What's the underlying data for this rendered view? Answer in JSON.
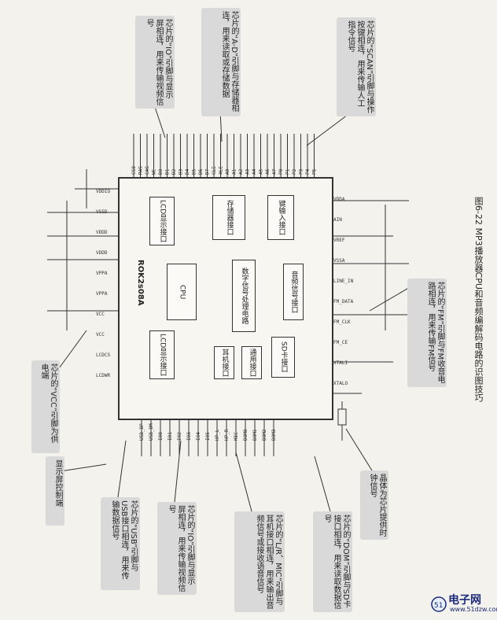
{
  "chip": {
    "name": "ROK2s08A"
  },
  "blocks": {
    "cpu": "CPU",
    "lcd1": "LCD显示接口",
    "mem": "存储器接口",
    "key": "键输入接口",
    "dsp": "数字信号处理电路",
    "audio": "音频信号接口",
    "lcd2": "LCD显示接口",
    "ear": "耳机接口",
    "usb": "通用接口",
    "sd": "SD卡接口"
  },
  "annotations": {
    "io_top": "芯片的“IO”引脚与显示屏相连，用来传输视频信号",
    "ad": "芯片的“A-D”引脚与存储器相连，用来读取或存储数据",
    "scan": "芯片的“SCAN”引脚与操作按键相连，用来传输人工指令信号",
    "vcc": "芯片的“VCC”引脚为供电端",
    "lcd_ctrl": "显示屏控制端",
    "usb": "芯片的“USB”引脚与USB接口相连，用来传输数据信号",
    "io_bottom": "芯片的“IO”引脚与显示屏相连，用来传输视频信号",
    "lr_mic": "芯片的“L/R、MIC”引脚与耳机接口相连，用来输出音频信号或接收语音信号",
    "dom": "芯片的“DOM”引脚与SD卡接口相连，用来读取数据信号",
    "crystal": "晶体为芯片提供时钟信号",
    "fm": "芯片的“FM”引脚与FM收音电路相连，用来传输FM信号"
  },
  "caption": "图6-22  MP3播放器CPU和音频编解码电路的识图技巧",
  "watermark": {
    "brand": "电子网",
    "url": "www.51dzw.com",
    "mark": "51"
  },
  "pins": {
    "top": [
      "CS0",
      "RAS",
      "CAS",
      "WE",
      "D0",
      "D1",
      "D2",
      "D3",
      "D4",
      "D5",
      "D6",
      "D7",
      "CLE",
      "ALE",
      "A0",
      "A1",
      "A2",
      "A3",
      "A4",
      "A5",
      "A6",
      "A7",
      "P0",
      "P1",
      "P2",
      "P3",
      "P4",
      "P5"
    ],
    "left": [
      "VDDIO",
      "VSSD",
      "VDDD",
      "VDDD",
      "VPPA",
      "VPPA",
      "VCC",
      "VCC",
      "LCDCS",
      "LCDWR"
    ],
    "right": [
      "VDDA",
      "AIN",
      "VREF",
      "VSSA",
      "LINE_IN",
      "FM_DATA",
      "FM_CLK",
      "FM_CE",
      "XTALI",
      "XTALO"
    ],
    "bottom": [
      "USB_DP",
      "USB_DM",
      "IO0",
      "IO1",
      "IO2",
      "IO3",
      "IO4",
      "IO5",
      "HP_L",
      "HP_R",
      "MIC",
      "DOM0",
      "DOM1",
      "DOM2",
      "DOM3"
    ]
  }
}
